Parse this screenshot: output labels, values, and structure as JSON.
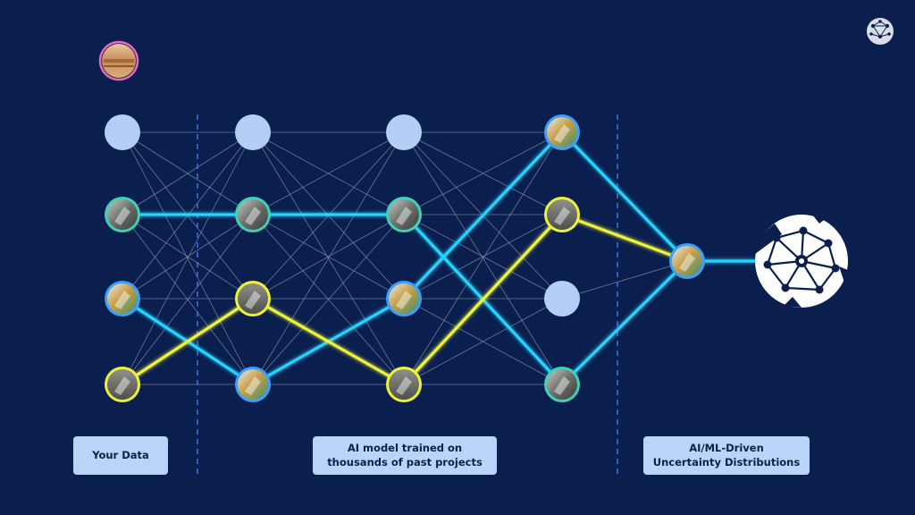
{
  "labels": {
    "your_data": "Your Data",
    "model_line1": "AI model trained on",
    "model_line2": "thousands of past projects",
    "output_line1": "AI/ML-Driven",
    "output_line2": "Uncertainty Distributions"
  },
  "colors": {
    "background": "#0a1f4e",
    "node_fill": "#b4cef5",
    "edge": "#8a96ad",
    "cyan_path": "#27d3ff",
    "yellow_path": "#eef23a",
    "label_bg": "#b9d4f6",
    "divider": "#3b6fe0"
  },
  "icons": [
    "logo-icon",
    "network-globe-icon",
    "data-thumbnail-icon"
  ]
}
